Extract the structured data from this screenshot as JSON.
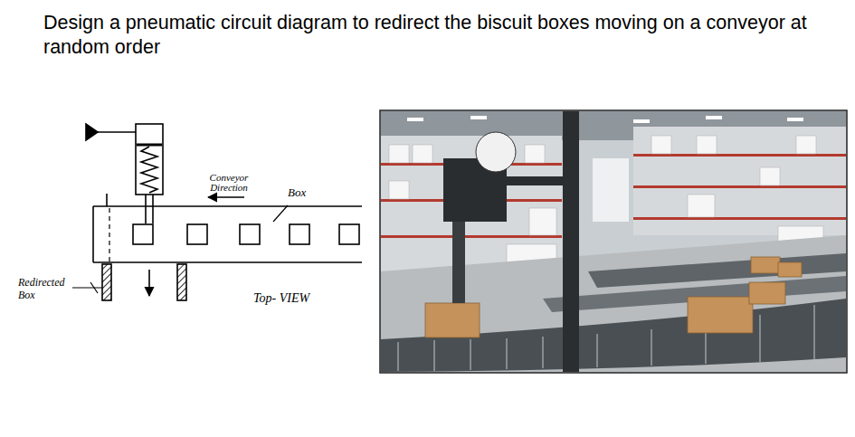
{
  "diagram": {
    "title": "Design a pneumatic circuit diagram to redirect the biscuit boxes moving on a conveyor at random order",
    "labels": [
      "Conveyor Direction",
      "Box",
      "Redirected Box",
      "Top- VIEW"
    ]
  }
}
